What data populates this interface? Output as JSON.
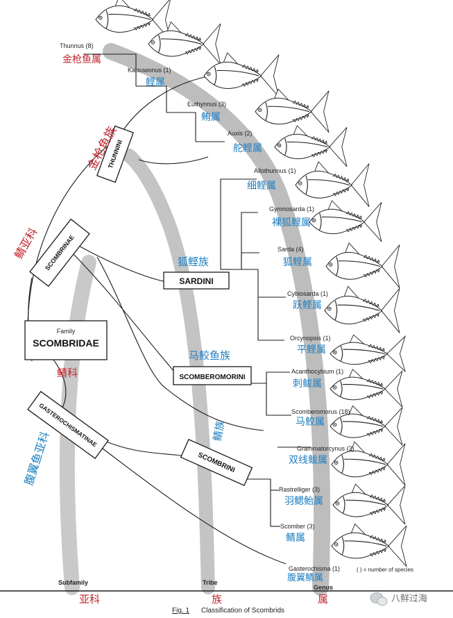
{
  "genera": [
    {
      "name": "Thunnus",
      "count": "(8)",
      "zh": "金枪鱼属"
    },
    {
      "name": "Katsuwonus",
      "count": "(1)",
      "zh": "鲣属"
    },
    {
      "name": "Euthynnus",
      "count": "(3)",
      "zh": "鲔属"
    },
    {
      "name": "Auxis",
      "count": "(2)",
      "zh": "舵鲣属"
    },
    {
      "name": "Allothunnus",
      "count": "(1)",
      "zh": "细鲣属"
    },
    {
      "name": "Gymnosarda",
      "count": "(1)",
      "zh": "裸狐鲣属"
    },
    {
      "name": "Sarda",
      "count": "(4)",
      "zh": "狐鲣属"
    },
    {
      "name": "Cybiosarda",
      "count": "(1)",
      "zh": "跃鲣属"
    },
    {
      "name": "Orcynopsis",
      "count": "(1)",
      "zh": "平鲣属"
    },
    {
      "name": "Acanthocybium",
      "count": "(1)",
      "zh": "刺鲅属"
    },
    {
      "name": "Scomberomorus",
      "count": "(18)",
      "zh": "马鲛属"
    },
    {
      "name": "Grammatorcynus",
      "count": "(2)",
      "zh": "双线鲅属"
    },
    {
      "name": "Rastrelliger",
      "count": "(3)",
      "zh": "羽鳃鲐属"
    },
    {
      "name": "Scomber",
      "count": "(3)",
      "zh": "鲭属"
    },
    {
      "name": "Gasterochisma",
      "count": "(1)",
      "zh": "腹翼鲭属"
    }
  ],
  "tribes": [
    {
      "name": "THUNNINI",
      "zh": "金枪鱼族"
    },
    {
      "name": "SARDINI",
      "zh": "狐鲣族"
    },
    {
      "name": "SCOMBEROMORINI",
      "zh": "马鲛鱼族"
    },
    {
      "name": "SCOMBRINI",
      "zh": "鲭族"
    }
  ],
  "subfamilies": [
    {
      "name": "SCOMBRINAE",
      "zh": "鲭亚科"
    },
    {
      "name": "GASTEROCHISMATINAE",
      "zh": "腹翼鱼亚科"
    }
  ],
  "family": {
    "label": "Family",
    "name": "SCOMBRIDAE",
    "zh": "鲭科"
  },
  "footer": {
    "subfamily": "Subfamily",
    "subfamily_zh": "亚科",
    "tribe": "Tribe",
    "tribe_zh": "族",
    "genus": "Genus",
    "genus_zh": "属",
    "legend": "( ) = number of species",
    "fig_label": "Fig. 1",
    "fig_title": "Classification of Scombrids",
    "watermark": "八鲜过海"
  }
}
